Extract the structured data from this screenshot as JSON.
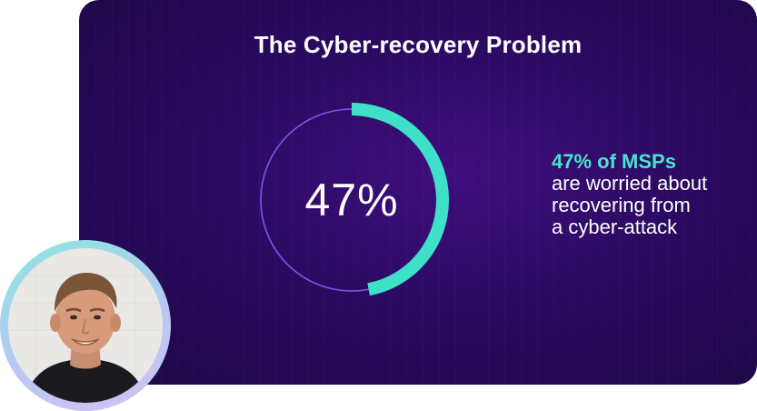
{
  "card": {
    "title": "The Cyber-recovery Problem"
  },
  "stat": {
    "value_text": "47%",
    "fraction": 0.47,
    "highlight": "47% of MSPs",
    "lines": [
      "are worried about",
      "recovering from",
      "a cyber-attack"
    ]
  },
  "colors": {
    "card_bg": "#2b0a61",
    "accent_teal": "#3ee0c8",
    "ring_track": "#8b5cf6",
    "highlight_text": "#4be3cc"
  },
  "avatar": {
    "icon": "person-photo-icon"
  }
}
